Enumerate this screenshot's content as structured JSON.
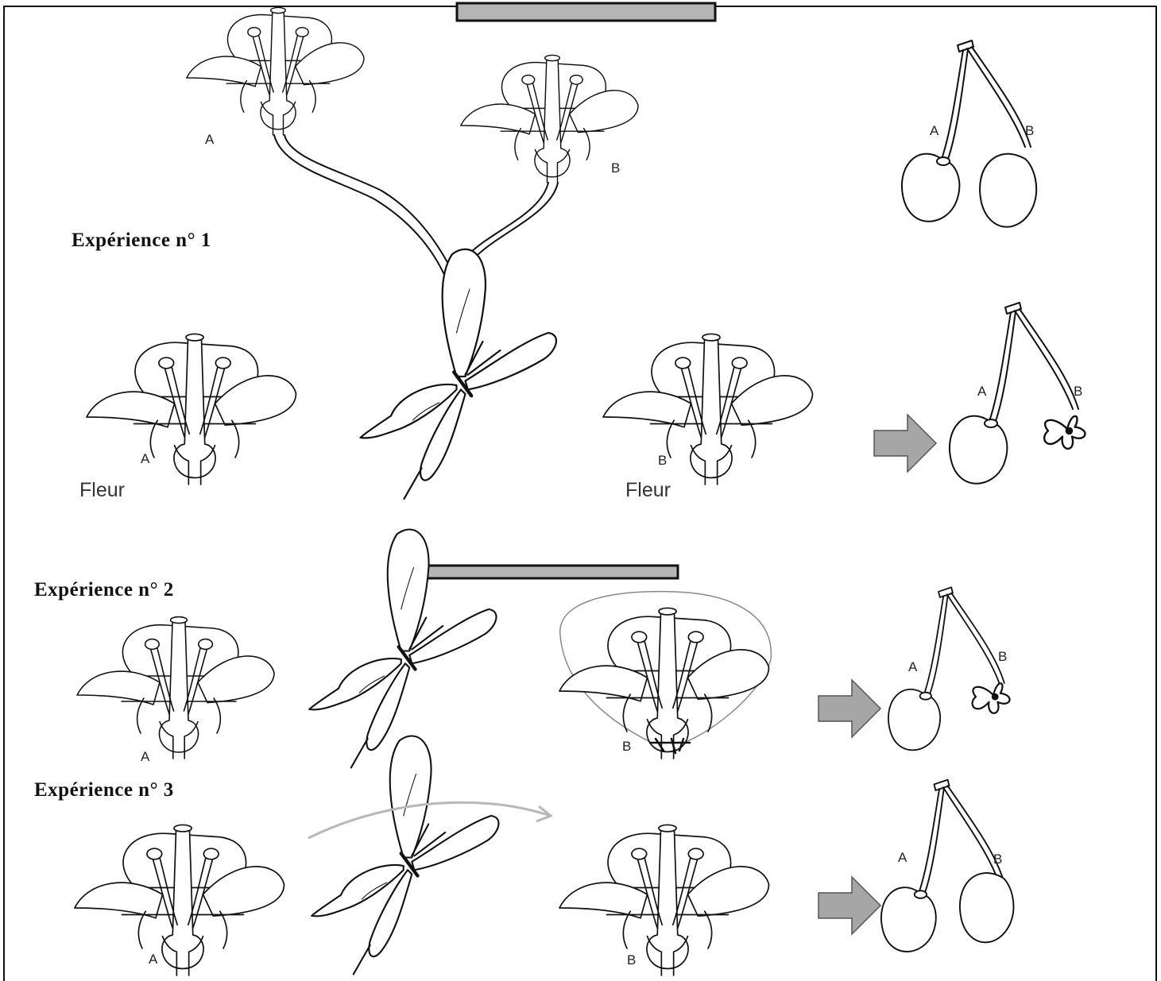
{
  "experiments": {
    "exp1": {
      "title": "Expérience n° 1"
    },
    "exp2": {
      "title": "Expérience n° 2"
    },
    "exp3": {
      "title": "Expérience n° 3"
    }
  },
  "labels": {
    "a": "A",
    "b": "B",
    "fleur": "Fleur"
  },
  "colors": {
    "arrow": "#a6a6a6",
    "bar": "#b5b5b5",
    "curve_arrow": "#b8b8b8"
  },
  "icons": {
    "flower": "flower-icon",
    "butterfly": "butterfly-icon",
    "cherry": "cherry-icon",
    "arrow": "right-arrow-icon"
  }
}
